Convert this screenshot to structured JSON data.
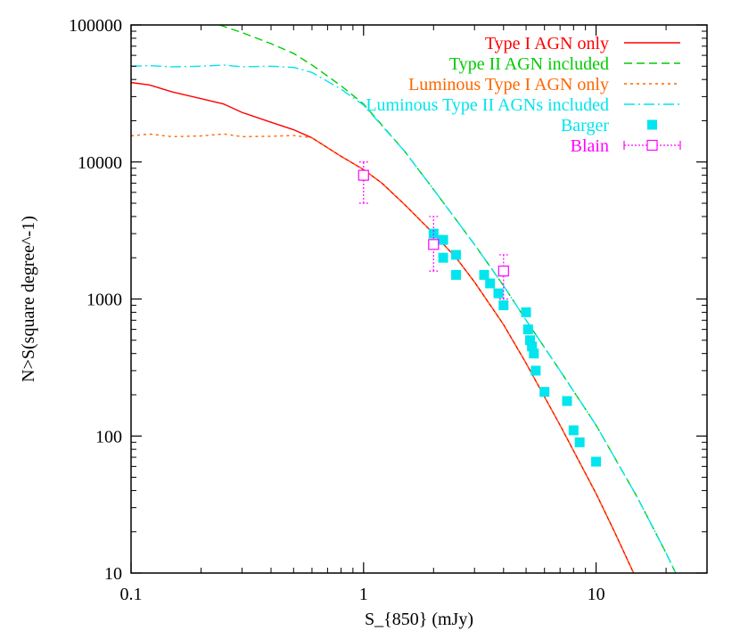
{
  "chart_data": {
    "type": "line",
    "title": "",
    "xlabel": "S_{850} (mJy)",
    "ylabel": "N>S(square degree^-1)",
    "xscale": "log",
    "yscale": "log",
    "xlim": [
      0.1,
      30
    ],
    "ylim": [
      10,
      100000
    ],
    "grid": false,
    "legend_position": "top-right",
    "x_ticks": [
      0.1,
      1,
      10
    ],
    "x_tick_labels": [
      "0.1",
      "1",
      "10"
    ],
    "y_ticks": [
      10,
      100,
      1000,
      10000,
      100000
    ],
    "y_tick_labels": [
      "10",
      "100",
      "1000",
      "10000",
      "100000"
    ],
    "series": [
      {
        "name": "Type I AGN only",
        "style": "solid",
        "color": "#ff0000",
        "x": [
          0.1,
          0.12,
          0.15,
          0.2,
          0.25,
          0.3,
          0.4,
          0.5,
          0.6,
          0.8,
          1.0,
          1.2,
          1.5,
          2.0,
          2.5,
          3.0,
          4.0,
          5.0,
          7.0,
          10.0,
          12.0,
          14.5
        ],
        "y": [
          38000,
          36500,
          32500,
          29000,
          26500,
          23000,
          19500,
          17200,
          15000,
          11000,
          8800,
          7000,
          4900,
          3000,
          2000,
          1330,
          650,
          340,
          120,
          38,
          20,
          10
        ]
      },
      {
        "name": "Type II AGN included",
        "style": "dashed",
        "color": "#00cc00",
        "x": [
          0.24,
          0.3,
          0.4,
          0.5,
          0.6,
          0.8,
          1.0,
          1.5,
          2.0,
          3.0,
          4.0,
          5.0,
          7.0,
          10.0,
          15.0,
          20.0,
          22.0
        ],
        "y": [
          100000,
          88000,
          73000,
          62000,
          51000,
          36000,
          26500,
          12000,
          6300,
          2500,
          1250,
          700,
          300,
          120,
          36,
          14,
          10
        ]
      },
      {
        "name": "Luminous Type I AGN only",
        "style": "dotted",
        "color": "#ff6600",
        "x": [
          0.1,
          0.12,
          0.15,
          0.2,
          0.25,
          0.3,
          0.4,
          0.5,
          0.6,
          0.8,
          1.0,
          1.2,
          1.5,
          2.0,
          2.5,
          3.0,
          4.0,
          5.0,
          7.0,
          10.0,
          12.0,
          14.5
        ],
        "y": [
          15500,
          16000,
          15300,
          15500,
          16000,
          15300,
          15400,
          15600,
          15000,
          11000,
          8800,
          7000,
          4900,
          3000,
          2000,
          1330,
          650,
          340,
          120,
          38,
          20,
          10
        ]
      },
      {
        "name": "Luminous Type II AGNs included",
        "style": "dash-dot",
        "color": "#00e5ee",
        "x": [
          0.1,
          0.12,
          0.15,
          0.2,
          0.25,
          0.3,
          0.4,
          0.5,
          0.6,
          0.8,
          1.0,
          1.5,
          2.0,
          3.0,
          4.0,
          5.0,
          7.0,
          10.0,
          15.0,
          20.0,
          22.0
        ],
        "y": [
          50000,
          50500,
          49500,
          50000,
          51000,
          49500,
          50000,
          49000,
          45000,
          34000,
          26000,
          12000,
          6300,
          2500,
          1250,
          700,
          300,
          120,
          36,
          14,
          10
        ]
      }
    ],
    "points": [
      {
        "name": "Barger",
        "marker": "filled-square",
        "color": "#00e5ee",
        "x": [
          2.0,
          2.2,
          2.2,
          2.5,
          2.5,
          3.3,
          3.5,
          3.8,
          4.0,
          5.0,
          5.1,
          5.2,
          5.3,
          5.4,
          5.5,
          6.0,
          7.5,
          8.0,
          8.5,
          10.0
        ],
        "y": [
          3000,
          2700,
          2000,
          2100,
          1500,
          1500,
          1300,
          1100,
          900,
          800,
          600,
          500,
          450,
          400,
          300,
          210,
          180,
          110,
          90,
          65
        ]
      },
      {
        "name": "Blain",
        "marker": "open-square-errorbar",
        "color": "#ff00ff",
        "x": [
          1.0,
          2.0,
          4.0
        ],
        "y": [
          8000,
          2500,
          1600
        ],
        "y_low": [
          5000,
          1600,
          1000
        ],
        "y_high": [
          10000,
          4000,
          2100
        ]
      }
    ]
  }
}
